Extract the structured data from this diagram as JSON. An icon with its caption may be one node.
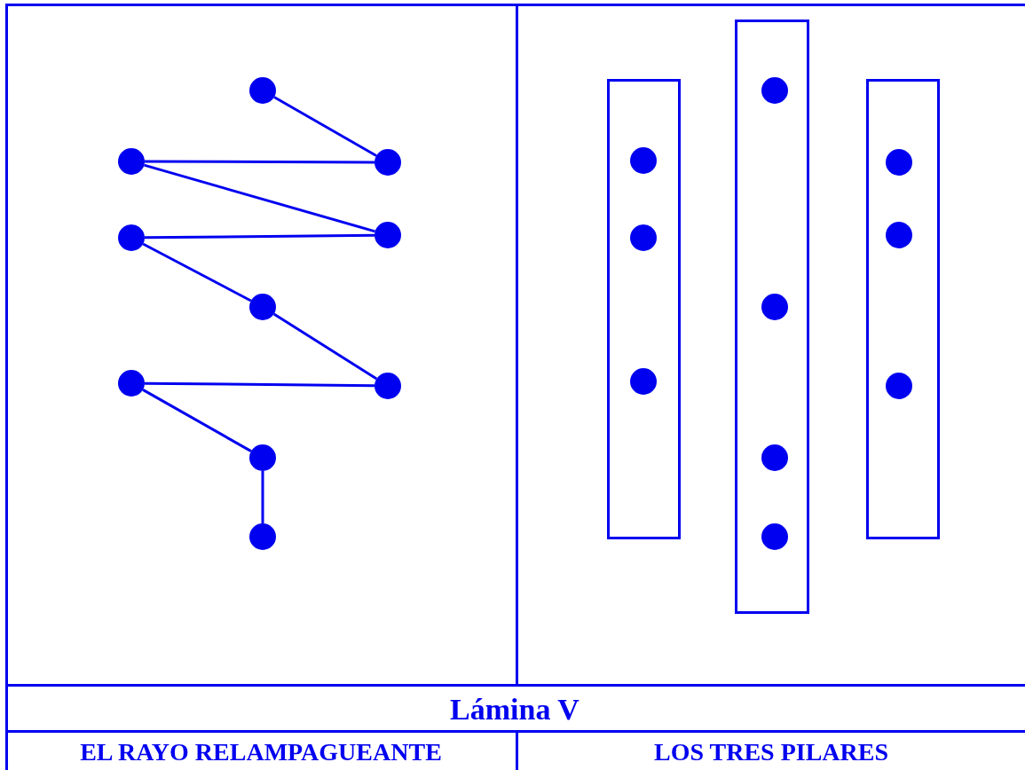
{
  "diagram": {
    "title": "Lámina V",
    "nodes": [
      {
        "text": [],
        "shape": "circle"
      },
      {
        "text": [],
        "shape": "circle"
      },
      {
        "text": [],
        "shape": "circle"
      },
      {
        "text": [],
        "shape": "circle"
      },
      {
        "text": [],
        "shape": "circle"
      },
      {
        "text": [],
        "shape": "circle"
      },
      {
        "text": [],
        "shape": "circle"
      },
      {
        "text": [],
        "shape": "circle"
      },
      {
        "text": [],
        "shape": "circle"
      },
      {
        "text": [],
        "shape": "circle"
      },
      {
        "text": [],
        "shape": "box"
      },
      {
        "text": [],
        "shape": "circle",
        "in": 10
      },
      {
        "text": [],
        "shape": "circle",
        "in": 10
      },
      {
        "text": [],
        "shape": "circle",
        "in": 10
      },
      {
        "text": [],
        "shape": "box"
      },
      {
        "text": [],
        "shape": "circle",
        "in": 14
      },
      {
        "text": [],
        "shape": "circle",
        "in": 14
      },
      {
        "text": [],
        "shape": "circle",
        "in": 14
      },
      {
        "text": [],
        "shape": "circle",
        "in": 14
      },
      {
        "text": [],
        "shape": "box"
      },
      {
        "text": [],
        "shape": "circle",
        "in": 19
      },
      {
        "text": [],
        "shape": "circle",
        "in": 19
      },
      {
        "text": [],
        "shape": "circle",
        "in": 19
      }
    ],
    "edges": [
      {
        "from": 0,
        "to": 2,
        "arrow": "none"
      },
      {
        "from": 2,
        "to": 1,
        "arrow": "none"
      },
      {
        "from": 1,
        "to": 4,
        "arrow": "none"
      },
      {
        "from": 4,
        "to": 3,
        "arrow": "none"
      },
      {
        "from": 3,
        "to": 5,
        "arrow": "none"
      },
      {
        "from": 5,
        "to": 7,
        "arrow": "none"
      },
      {
        "from": 7,
        "to": 6,
        "arrow": "none"
      },
      {
        "from": 6,
        "to": 8,
        "arrow": "none"
      },
      {
        "from": 8,
        "to": 9,
        "arrow": "none"
      }
    ],
    "labels": [
      "EL RAYO RELAMPAGUEANTE",
      "LOS TRES PILARES"
    ]
  }
}
